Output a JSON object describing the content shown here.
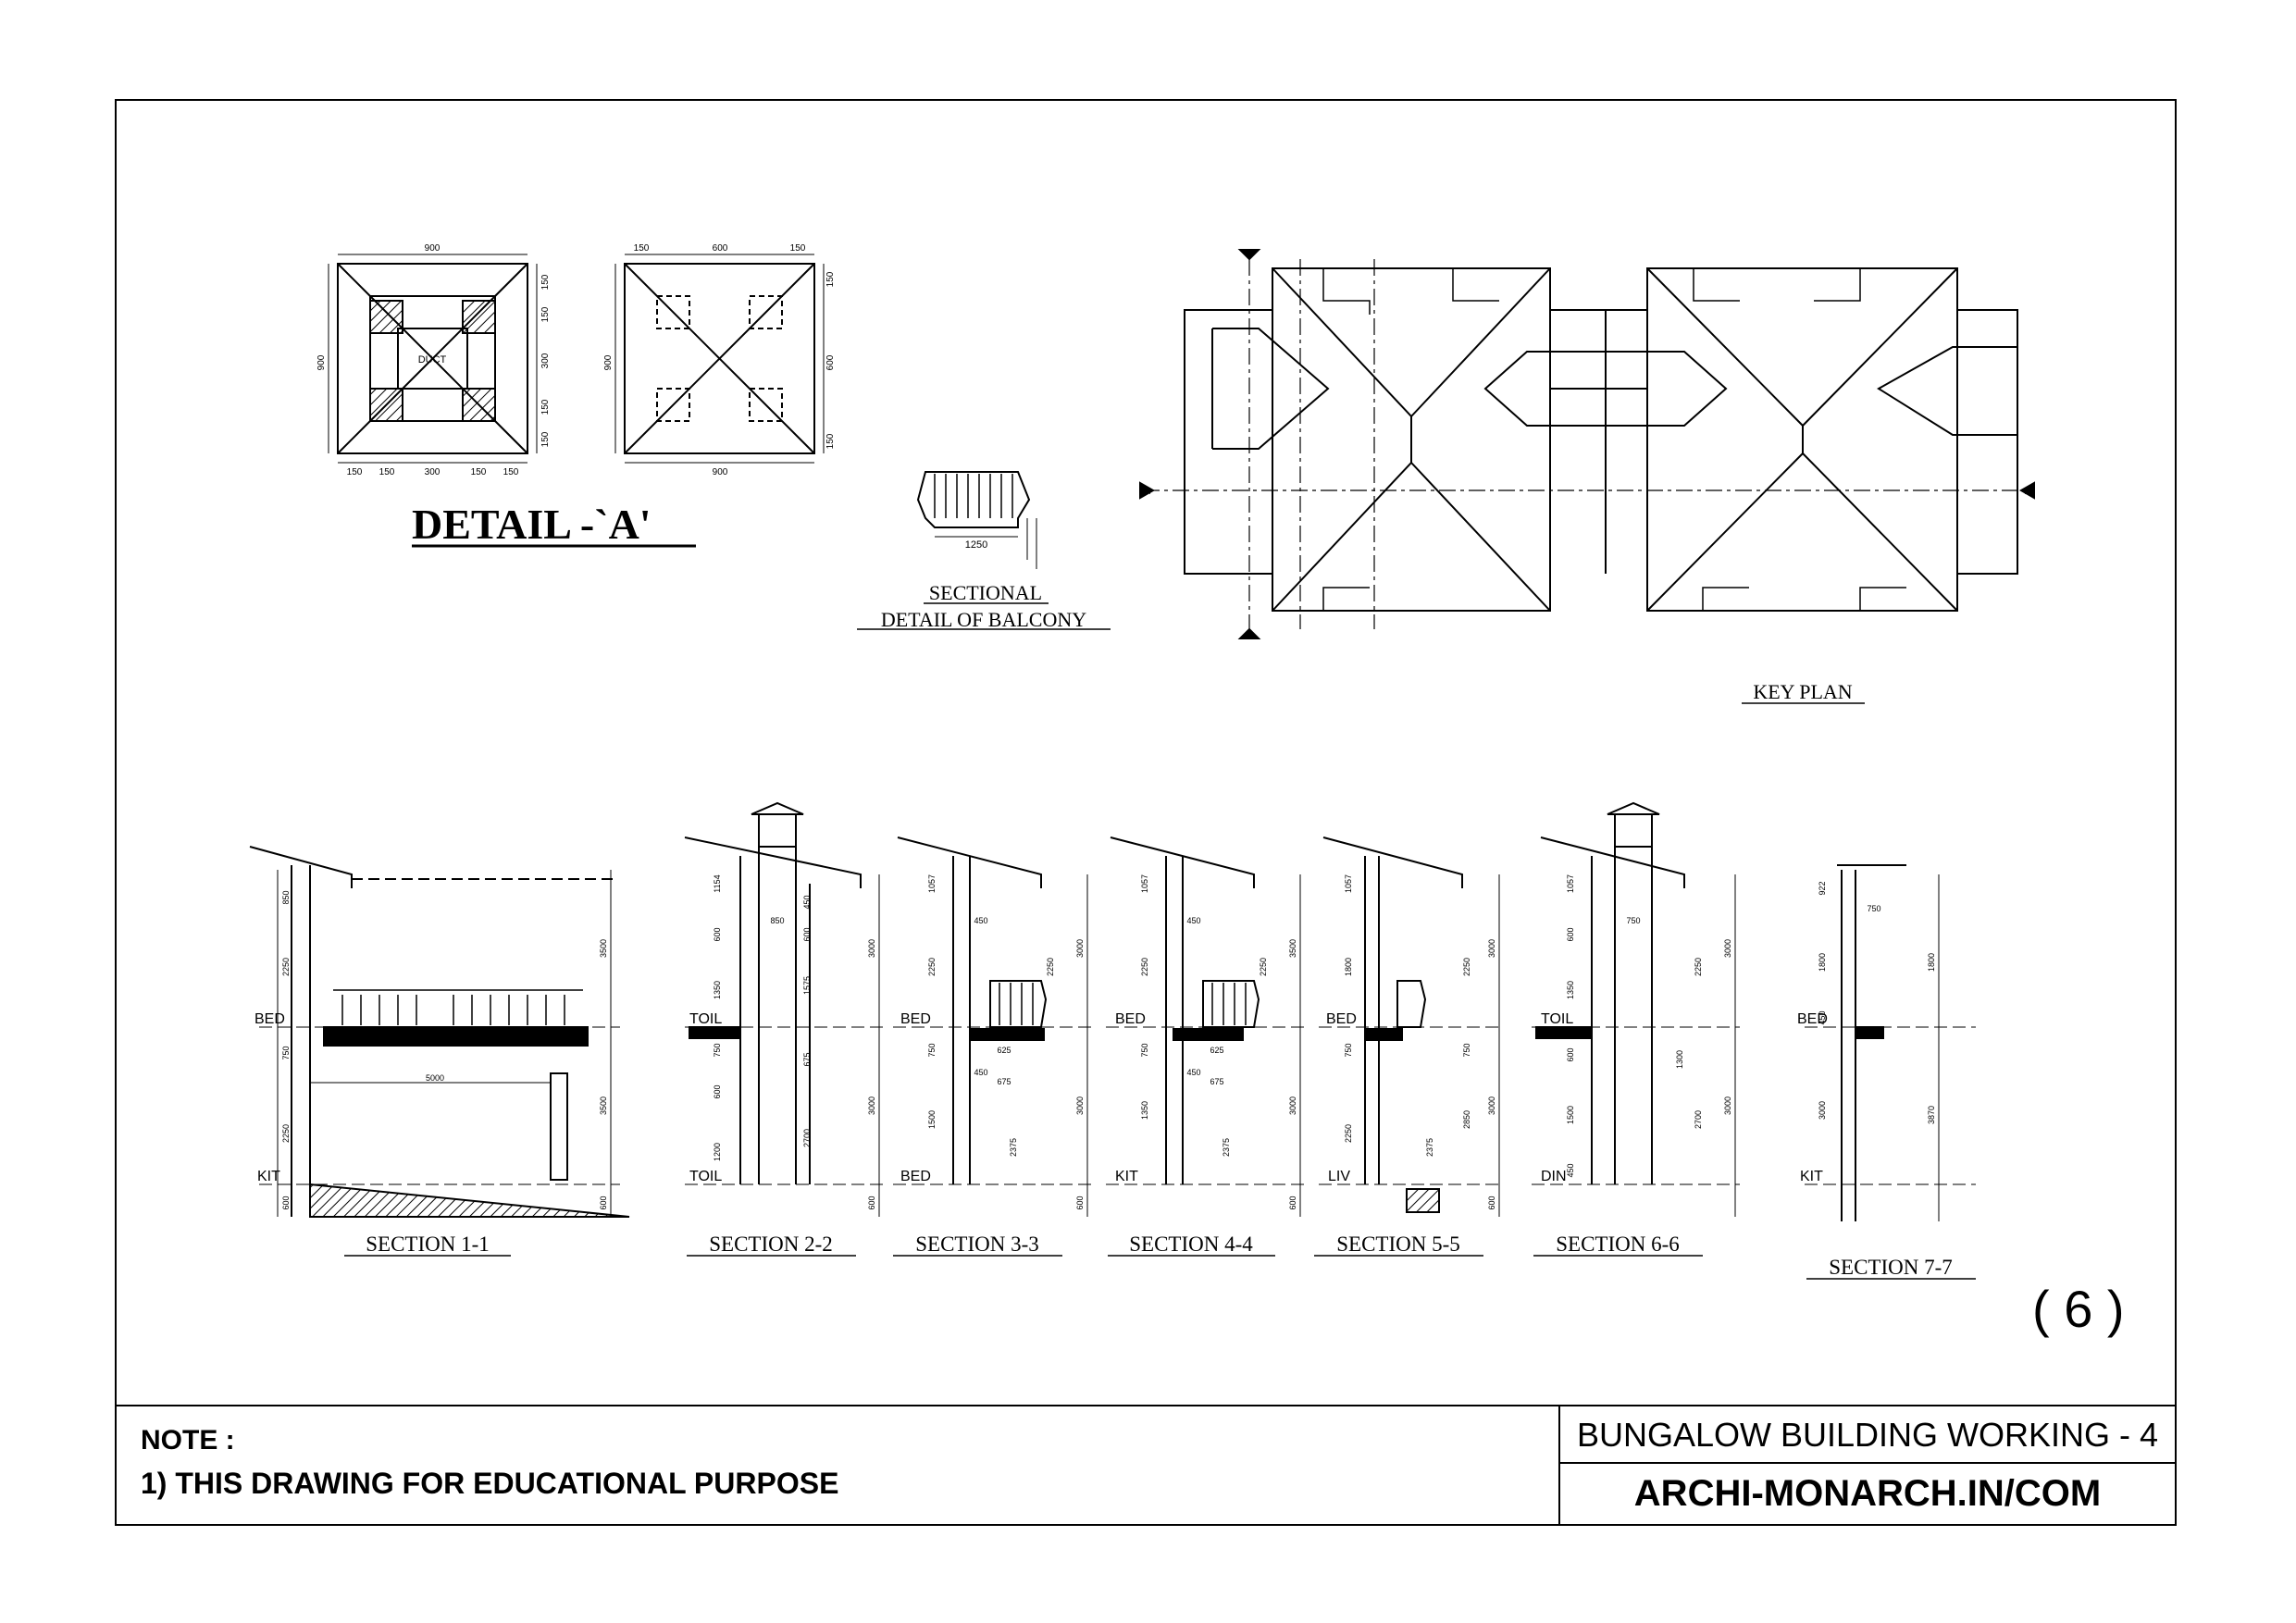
{
  "detail_a": {
    "title": "DETAIL -`A'",
    "plan_left": {
      "top_dim": "900",
      "side_dim": "900",
      "right_dims": [
        "150",
        "150",
        "300",
        "150",
        "150"
      ],
      "bottom_dims": [
        "150",
        "150",
        "300",
        "150",
        "150"
      ],
      "center_label": "DUCT"
    },
    "plan_right": {
      "top_dims": [
        "150",
        "600",
        "150"
      ],
      "side_dim": "900",
      "right_dims": [
        "150",
        "600",
        "150"
      ],
      "bottom_dim": "900"
    }
  },
  "balcony": {
    "title_line1": "SECTIONAL",
    "title_line2": "DETAIL OF BALCONY",
    "dim": "1250"
  },
  "key_plan": {
    "title": "KEY PLAN",
    "marker": "A"
  },
  "sections": [
    {
      "title": "SECTION 1-1",
      "levels": [
        "BED",
        "KIT"
      ],
      "dims": [
        "850",
        "2250",
        "750",
        "2250",
        "600",
        "3500",
        "3500",
        "600",
        "5000"
      ]
    },
    {
      "title": "SECTION 2-2",
      "levels": [
        "TOIL",
        "TOIL"
      ],
      "dims": [
        "1154",
        "600",
        "1350",
        "750",
        "600",
        "1200",
        "600",
        "3000",
        "3000",
        "850",
        "450",
        "600",
        "1575",
        "675",
        "2700"
      ]
    },
    {
      "title": "SECTION 3-3",
      "levels": [
        "BED",
        "BED"
      ],
      "dims": [
        "1057",
        "2250",
        "750",
        "1500",
        "600",
        "3000",
        "3000",
        "450",
        "625",
        "450",
        "675",
        "2250",
        "2375"
      ]
    },
    {
      "title": "SECTION 4-4",
      "levels": [
        "BED",
        "KIT"
      ],
      "dims": [
        "1057",
        "2250",
        "750",
        "1350",
        "600",
        "3500",
        "3000",
        "450",
        "625",
        "450",
        "675",
        "2250",
        "2375"
      ]
    },
    {
      "title": "SECTION 5-5",
      "levels": [
        "BED",
        "LIV"
      ],
      "dims": [
        "1057",
        "1800",
        "750",
        "2250",
        "600",
        "3000",
        "3000",
        "2250",
        "750",
        "2850",
        "2375"
      ]
    },
    {
      "title": "SECTION 6-6",
      "levels": [
        "TOIL",
        "DIN"
      ],
      "dims": [
        "1057",
        "600",
        "1350",
        "600",
        "1500",
        "450",
        "3000",
        "3000",
        "750",
        "2250",
        "1300",
        "2700"
      ]
    },
    {
      "title": "SECTION 7-7",
      "levels": [
        "BED",
        "KIT"
      ],
      "dims": [
        "922",
        "1800",
        "450",
        "3000",
        "750",
        "1800",
        "3870"
      ]
    }
  ],
  "sheet_number": "( 6 )",
  "note": {
    "heading": "NOTE :",
    "line1": "1) THIS DRAWING FOR EDUCATIONAL PURPOSE"
  },
  "title_block": {
    "project": "BUNGALOW BUILDING WORKING - 4",
    "site": "ARCHI-MONARCH.IN/COM"
  }
}
